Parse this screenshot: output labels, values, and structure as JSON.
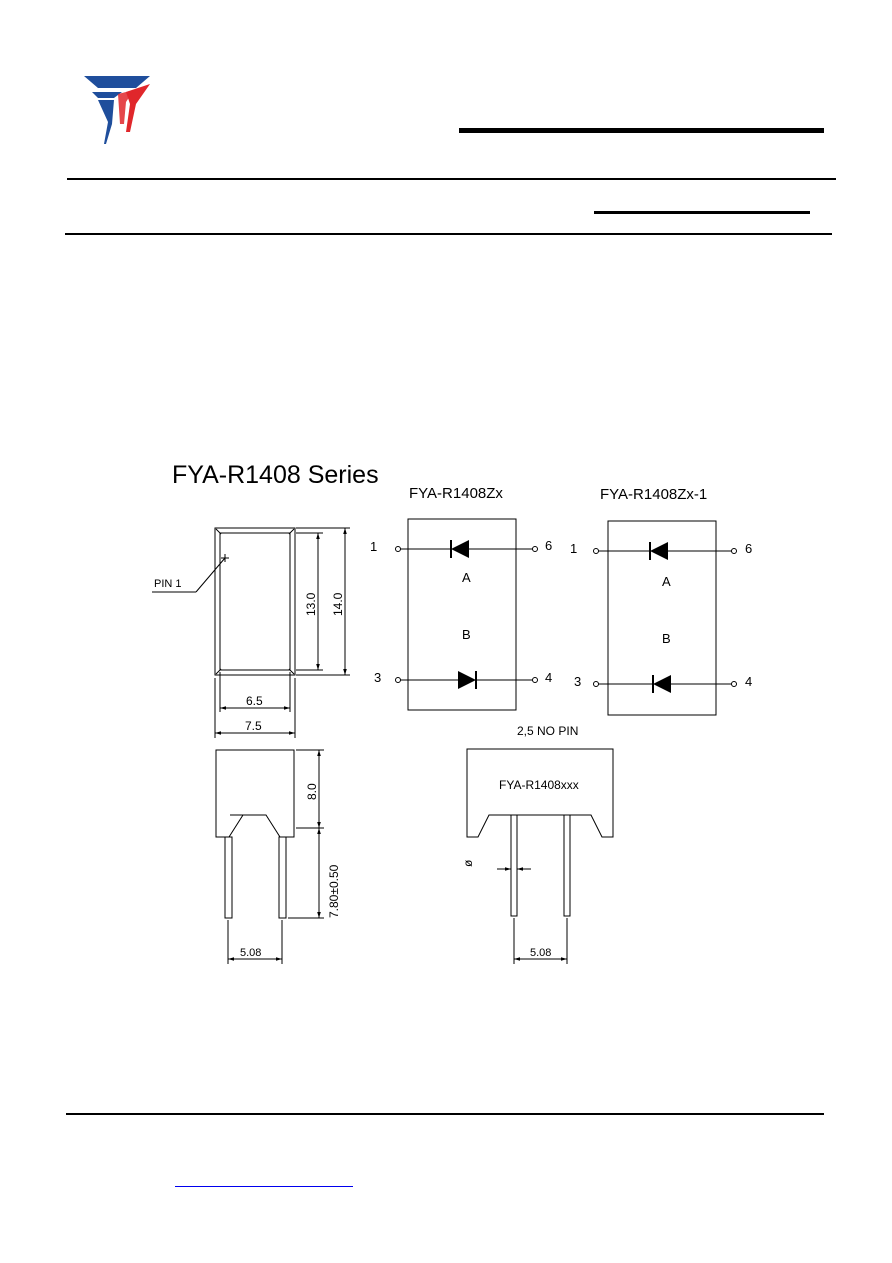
{
  "header": {
    "logo_icon": "company-logo-icon",
    "logo_colors": [
      "#1f4e9c",
      "#e0272b"
    ]
  },
  "drawing": {
    "series_title": "FYA-R1408 Series",
    "variant_a_title": "FYA-R1408Zx",
    "variant_b_title": "FYA-R1408Zx-1",
    "pin1_label": "PIN 1",
    "dim_height_inner": "13.0",
    "dim_height_outer": "14.0",
    "dim_width_inner": "6.5",
    "dim_width_outer": "7.5",
    "dim_body_height": "8.0",
    "dim_lead_length": "7.80±0.50",
    "dim_pitch_left": "5.08",
    "dim_pitch_right": "5.08",
    "diameter_symbol": "ø",
    "no_pin_note": "2,5 NO PIN",
    "part_marking": "FYA-R1408xxx",
    "pins": {
      "p1": "1",
      "p6": "6",
      "p3": "3",
      "p4": "4"
    },
    "diode_labels": {
      "a": "A",
      "b": "B"
    }
  },
  "footer": {
    "link_text": ""
  }
}
